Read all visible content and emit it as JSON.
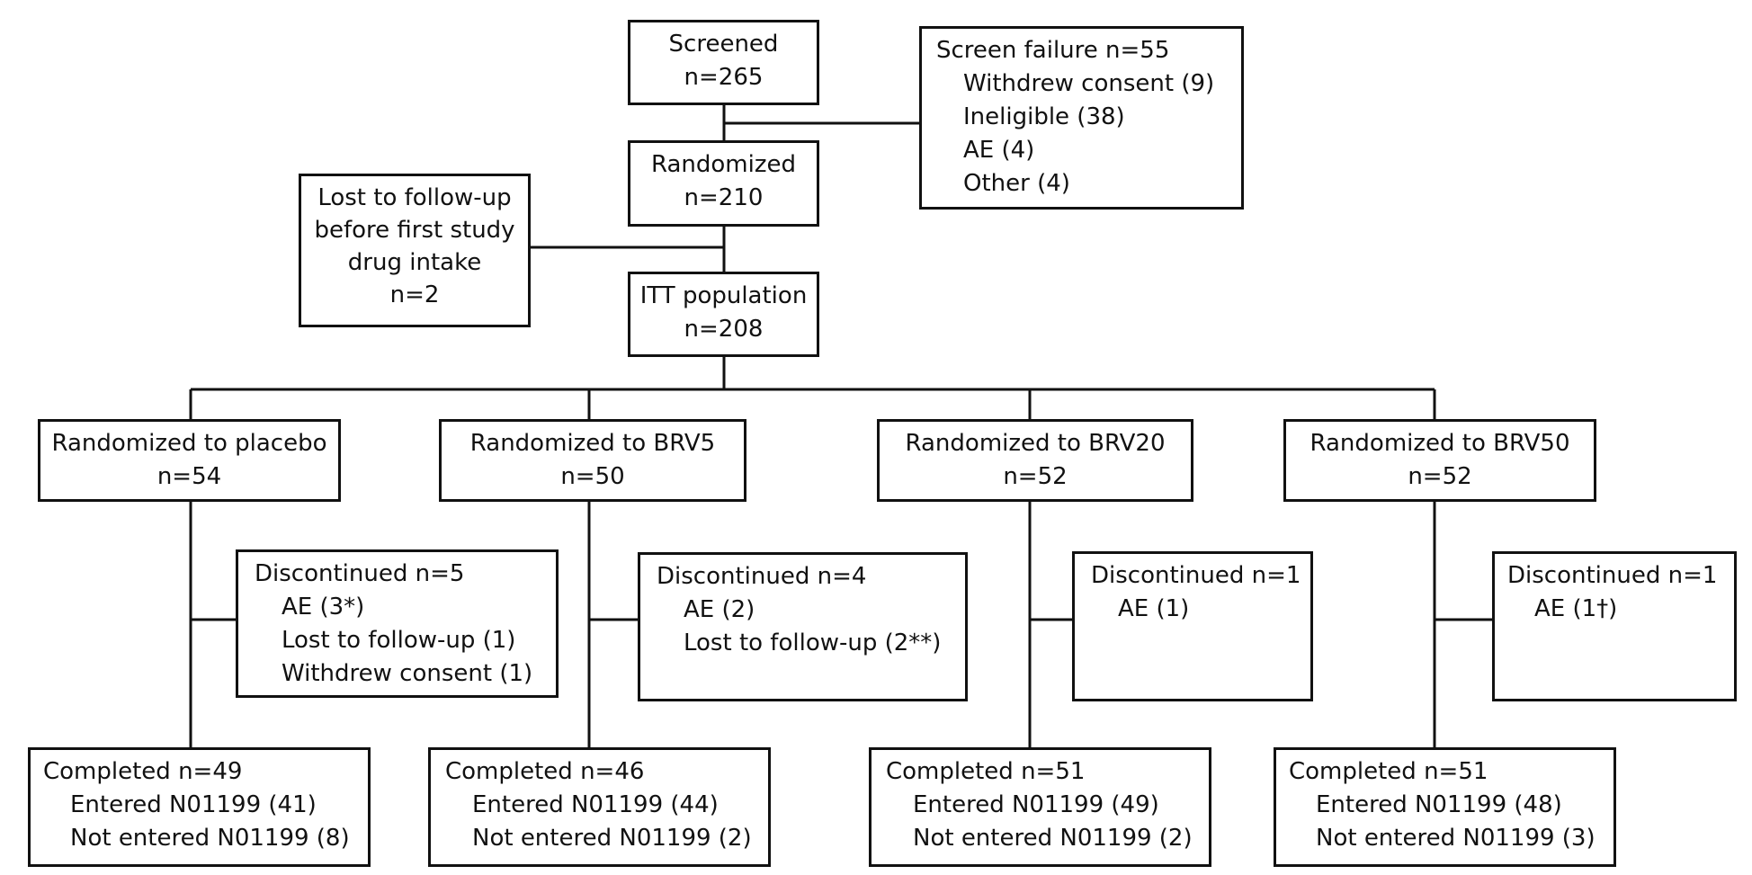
{
  "screened": {
    "title": "Screened",
    "n": "n=265"
  },
  "screen_failure": {
    "title": "Screen failure n=55",
    "items": [
      "Withdrew consent (9)",
      "Ineligible (38)",
      "AE (4)",
      "Other (4)"
    ]
  },
  "randomized": {
    "title": "Randomized",
    "n": "n=210"
  },
  "lost_before": {
    "lines": [
      "Lost to follow-up",
      "before first study",
      "drug intake",
      "n=2"
    ]
  },
  "itt": {
    "title": "ITT population",
    "n": "n=208"
  },
  "arms": [
    {
      "name": "Randomized to placebo",
      "n": "n=54",
      "discontinued": {
        "title": "Discontinued n=5",
        "items": [
          "AE (3*)",
          "Lost to follow-up (1)",
          "Withdrew consent (1)"
        ]
      },
      "completed": {
        "title": "Completed n=49",
        "items": [
          "Entered N01199 (41)",
          "Not entered N01199 (8)"
        ]
      }
    },
    {
      "name": "Randomized to BRV5",
      "n": "n=50",
      "discontinued": {
        "title": "Discontinued n=4",
        "items": [
          "AE (2)",
          "Lost to follow-up (2**)"
        ]
      },
      "completed": {
        "title": "Completed n=46",
        "items": [
          "Entered N01199 (44)",
          "Not entered N01199 (2)"
        ]
      }
    },
    {
      "name": "Randomized to BRV20",
      "n": "n=52",
      "discontinued": {
        "title": "Discontinued n=1",
        "items": [
          "AE (1)"
        ]
      },
      "completed": {
        "title": "Completed n=51",
        "items": [
          "Entered N01199 (49)",
          "Not entered N01199 (2)"
        ]
      }
    },
    {
      "name": "Randomized to BRV50",
      "n": "n=52",
      "discontinued": {
        "title": "Discontinued n=1",
        "items": [
          "AE (1†)"
        ]
      },
      "completed": {
        "title": "Completed n=51",
        "items": [
          "Entered N01199 (48)",
          "Not entered N01199 (3)"
        ]
      }
    }
  ]
}
